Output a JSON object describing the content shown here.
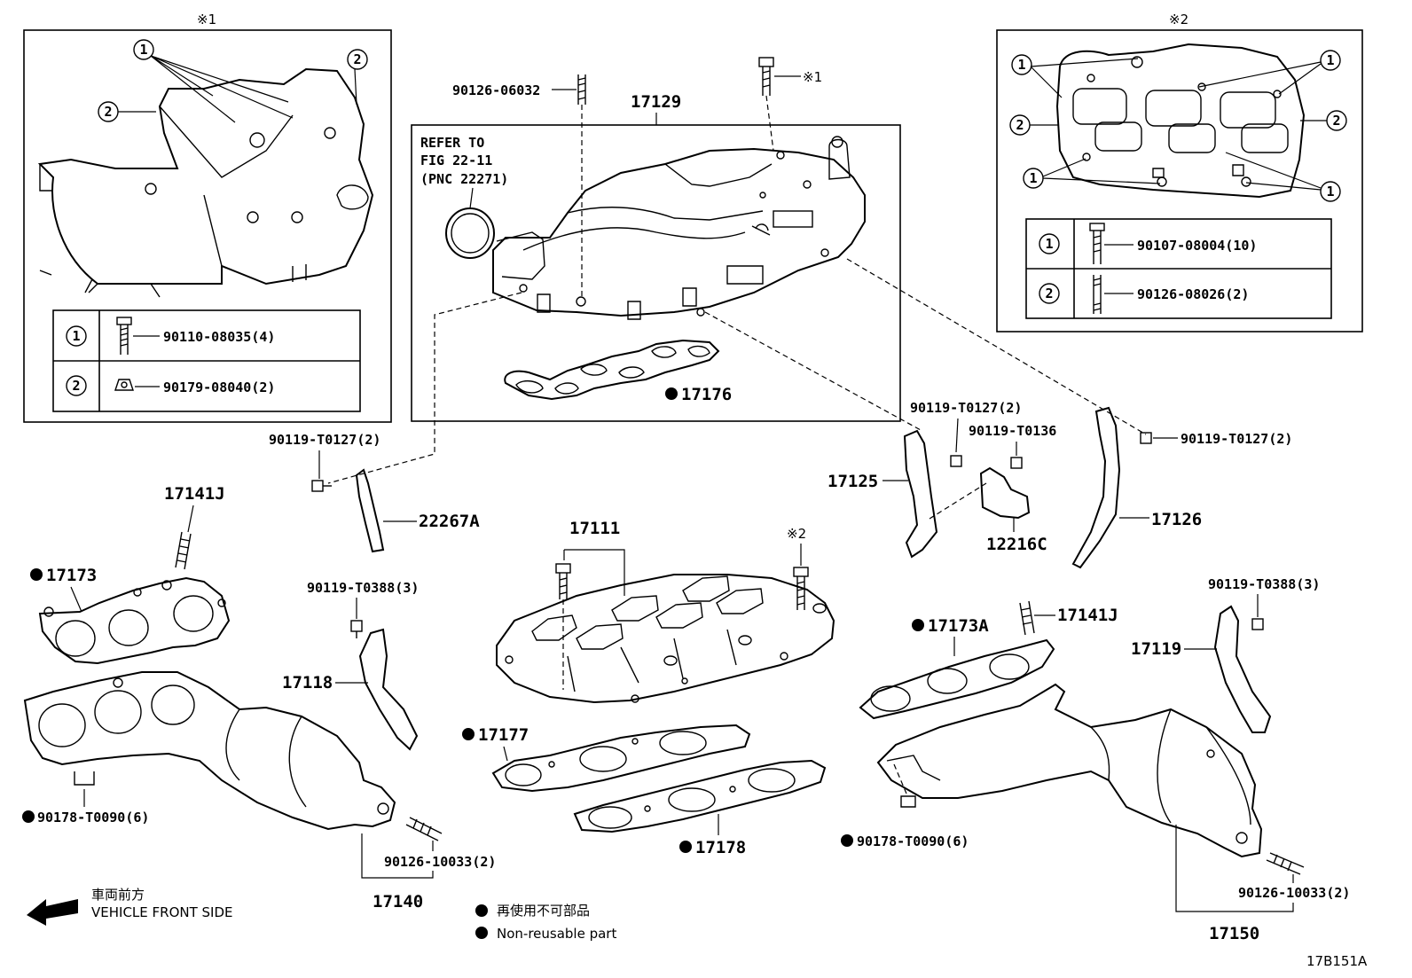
{
  "inset_left": {
    "marker": "※1",
    "callouts": [
      "1",
      "2",
      "2"
    ],
    "legend": [
      {
        "num": "1",
        "part": "90110-08035(4)"
      },
      {
        "num": "2",
        "part": "90179-08040(2)"
      }
    ]
  },
  "inset_right": {
    "marker": "※2",
    "callouts": [
      "1",
      "1",
      "2",
      "2",
      "1",
      "1"
    ],
    "legend": [
      {
        "num": "1",
        "part": "90107-08004(10)"
      },
      {
        "num": "2",
        "part": "90126-08026(2)"
      }
    ]
  },
  "center_box": {
    "refer_line1": "REFER TO",
    "refer_line2": "FIG 22-11",
    "refer_line3": "(PNC 22271)"
  },
  "labels": {
    "p90126_06032": "90126-06032",
    "p17129": "17129",
    "bolt_marker1": "※1",
    "p17176": "17176",
    "p90119_T0127_a": "90119-T0127(2)",
    "p22267A": "22267A",
    "p17141J_a": "17141J",
    "p17173": "17173",
    "p90119_T0388_a": "90119-T0388(3)",
    "p17118": "17118",
    "p17111": "17111",
    "bolt_marker2": "※2",
    "p90119_T0127_b": "90119-T0127(2)",
    "p90119_T0136": "90119-T0136",
    "p17125": "17125",
    "p12216C": "12216C",
    "p90119_T0127_c": "90119-T0127(2)",
    "p17126": "17126",
    "p90119_T0388_b": "90119-T0388(3)",
    "p17119": "17119",
    "p17173A": "17173A",
    "p17141J_b": "17141J",
    "p17177": "17177",
    "p17178": "17178",
    "p90178_T0090_a": "90178-T0090(6)",
    "p90126_10033_a": "90126-10033(2)",
    "p17140": "17140",
    "p90178_T0090_b": "90178-T0090(6)",
    "p90126_10033_b": "90126-10033(2)",
    "p17150": "17150"
  },
  "footer": {
    "front_jp": "車両前方",
    "front_en": "VEHICLE FRONT SIDE",
    "nonreuse_jp": "再使用不可部品",
    "nonreuse_en": "Non-reusable part",
    "diagram_id": "17B151A"
  },
  "colors": {
    "ink": "#000000",
    "paper": "#ffffff"
  }
}
